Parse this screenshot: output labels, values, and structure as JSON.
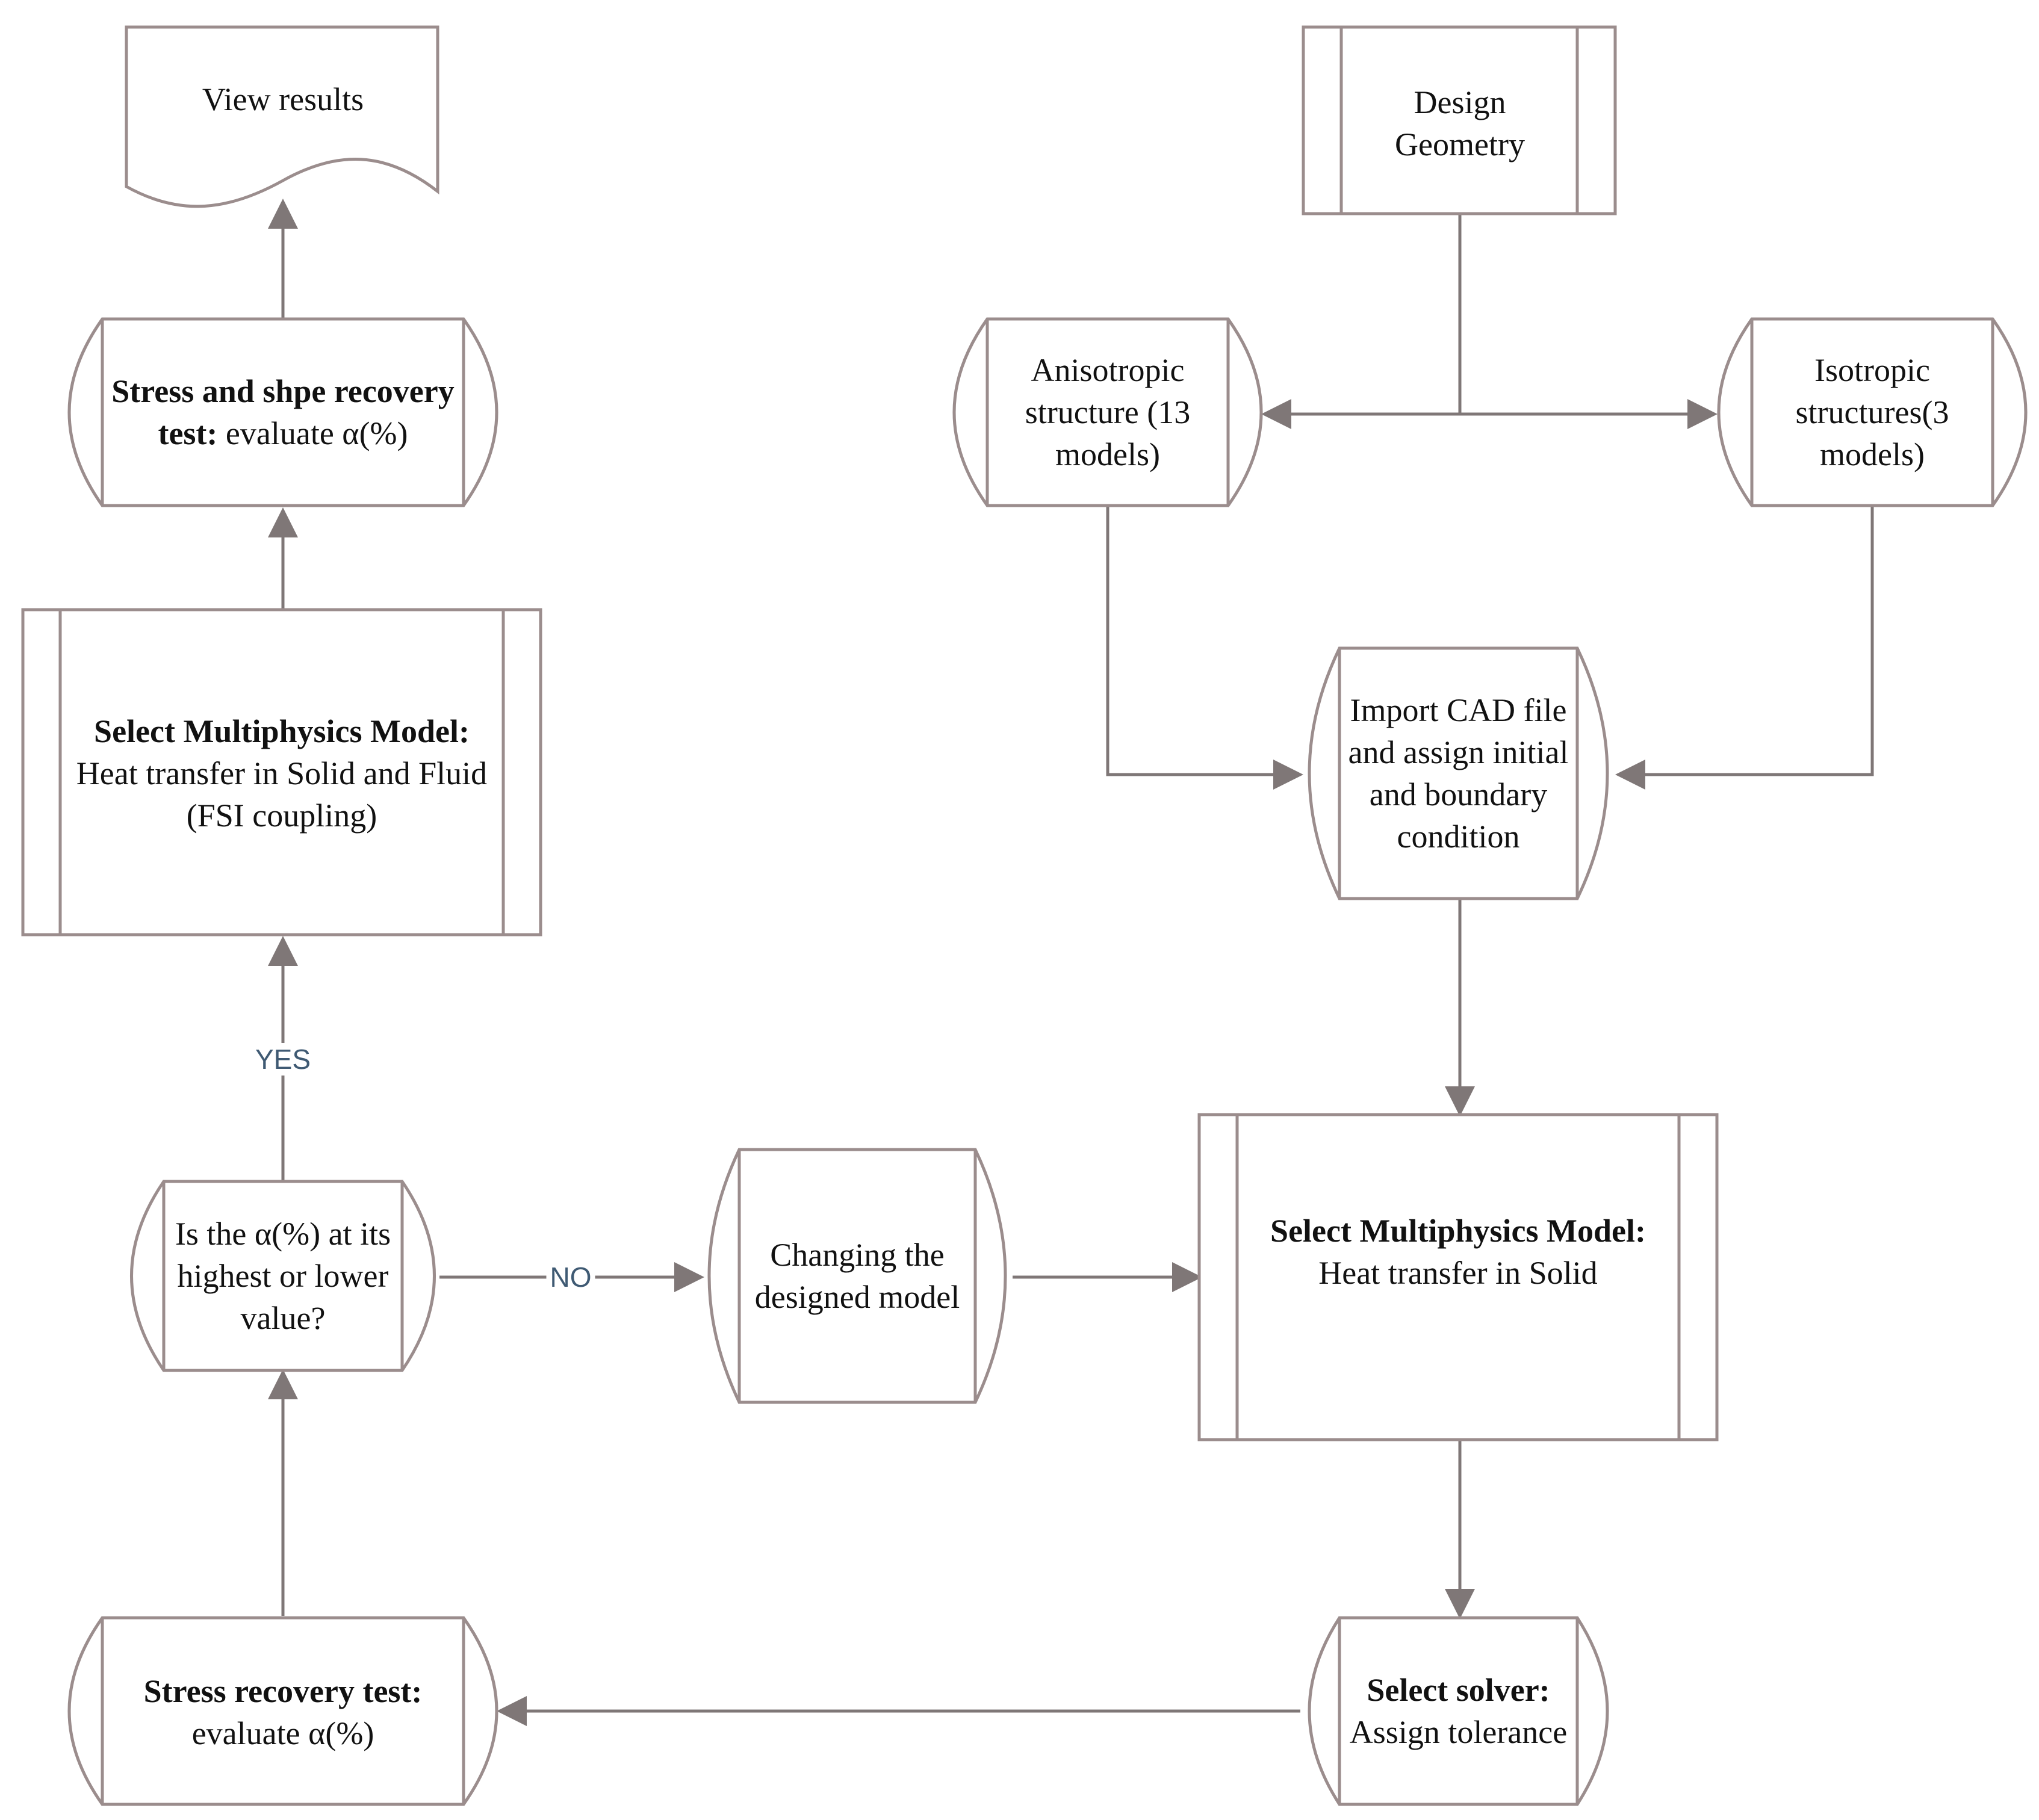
{
  "nodes": {
    "view_results": {
      "text": "View results"
    },
    "design_geometry": {
      "text": "Design Geometry"
    },
    "stress_shape_test": {
      "bold": "Stress and shpe recovery test:",
      "rest": "evaluate α(%)"
    },
    "anisotropic": {
      "text": "Anisotropic structure (13 models)"
    },
    "isotropic": {
      "text": "Isotropic structures(3 models)"
    },
    "multiphysics_fsi": {
      "bold": "Select Multiphysics Model:",
      "rest": "Heat transfer in Solid and Fluid (FSI coupling)"
    },
    "import_cad": {
      "text": "Import CAD file and assign initial and boundary condition"
    },
    "decision": {
      "text": "Is the α(%) at its highest or lower value?"
    },
    "changing_model": {
      "text": "Changing the designed model"
    },
    "multiphysics_solid": {
      "bold": "Select Multiphysics Model:",
      "rest": "Heat transfer in Solid"
    },
    "stress_test": {
      "bold": "Stress recovery test:",
      "rest": "evaluate α(%)"
    },
    "select_solver": {
      "bold": "Select solver:",
      "rest": "Assign tolerance"
    }
  },
  "edge_labels": {
    "yes": "YES",
    "no": "NO"
  },
  "colors": {
    "stroke": "#9b8d8d",
    "connector": "#7f7777",
    "edge_label": "#3f5a73"
  }
}
